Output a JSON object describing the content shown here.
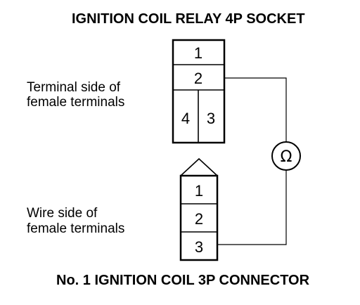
{
  "diagram": {
    "top_title": "IGNITION COIL RELAY 4P SOCKET",
    "bottom_title": "No. 1 IGNITION COIL 3P CONNECTOR",
    "socket_label": [
      "Terminal side of",
      "female terminals"
    ],
    "connector_label": [
      "Wire side of",
      "female terminals"
    ],
    "socket_terminals": [
      "1",
      "2",
      "4",
      "3"
    ],
    "connector_terminals": [
      "1",
      "2",
      "3"
    ],
    "meter_symbol": "Ω",
    "meter_icon": "ohmmeter-icon"
  }
}
